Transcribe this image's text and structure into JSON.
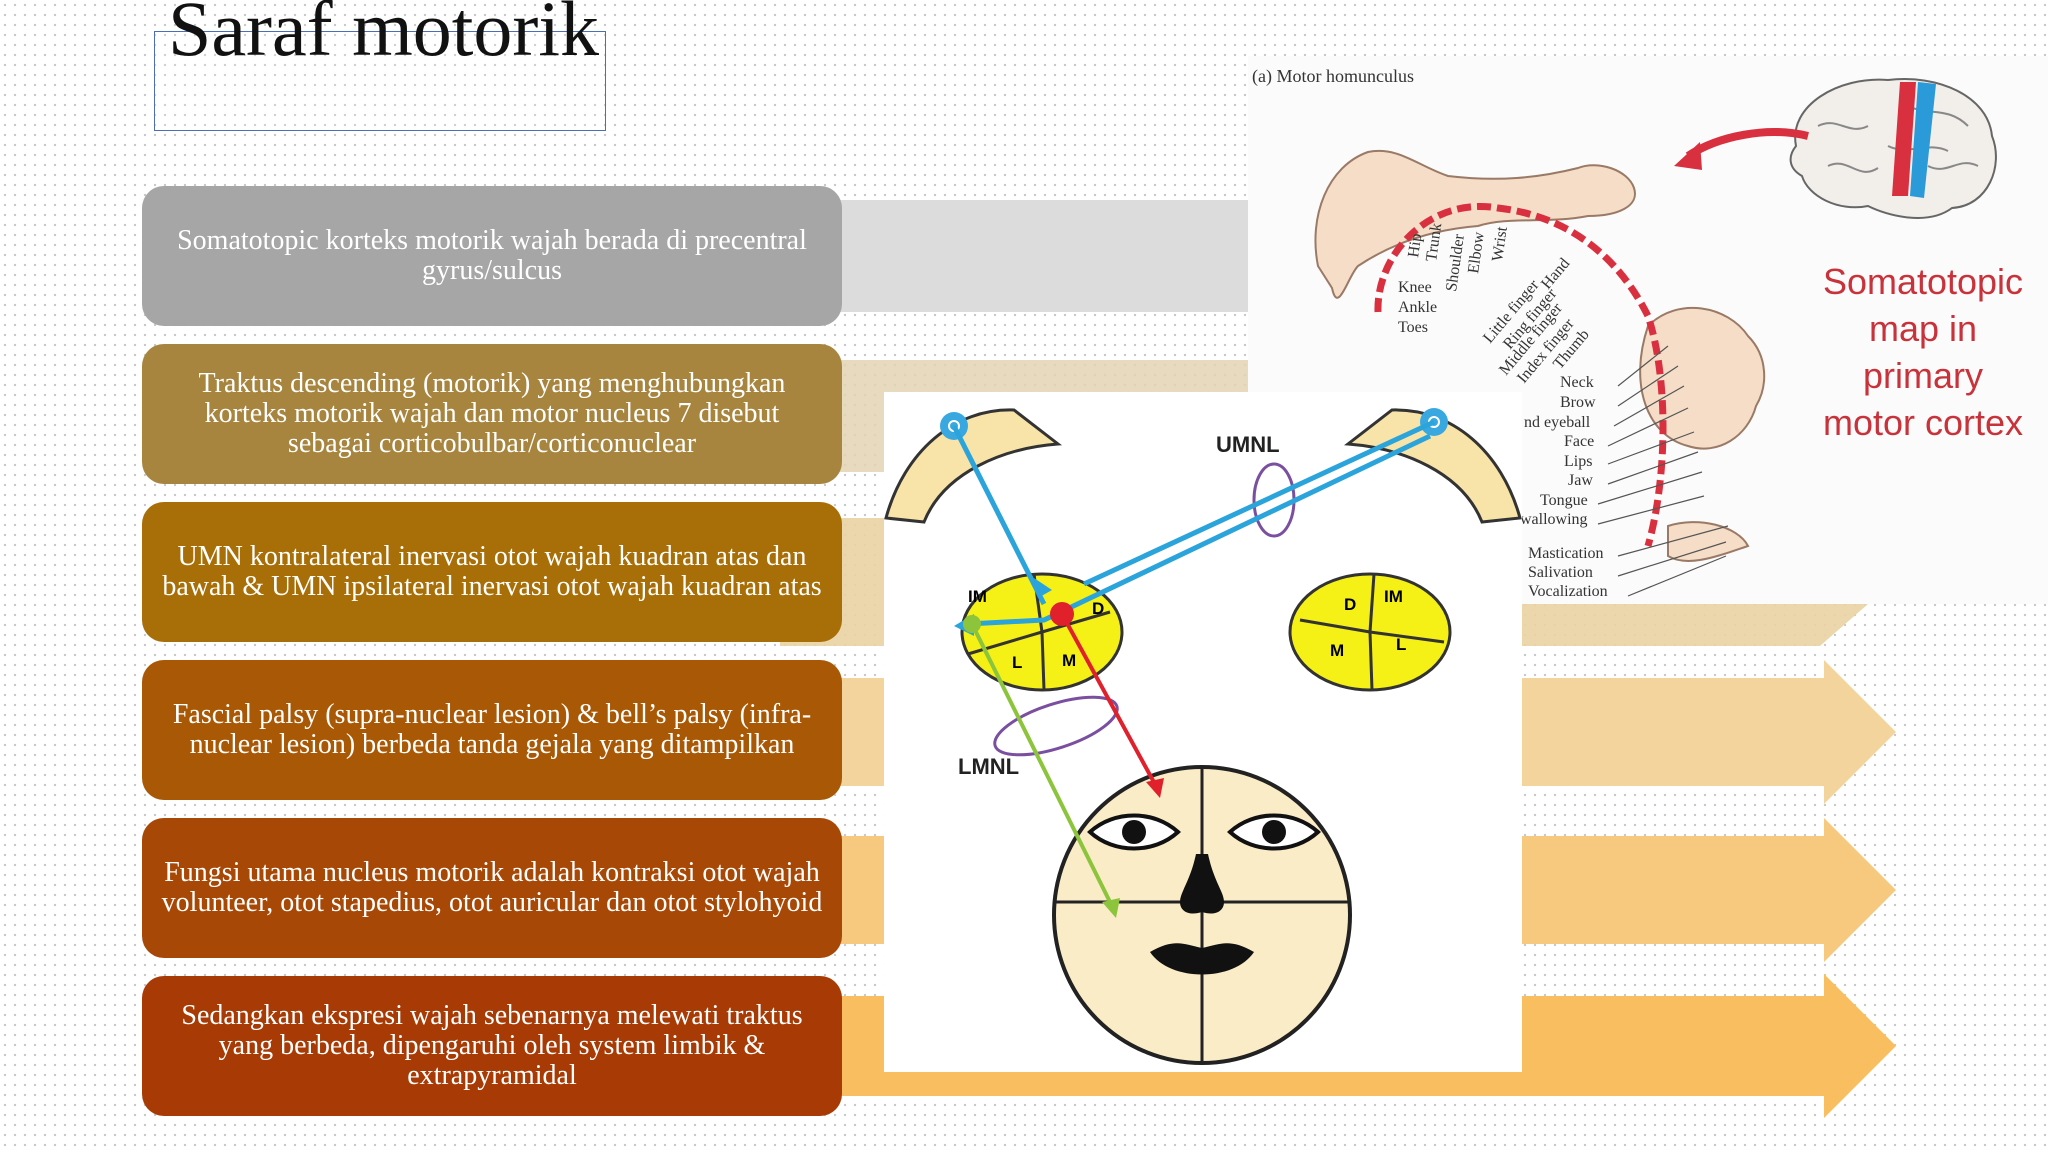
{
  "slide": {
    "title": "Saraf motorik",
    "items": [
      {
        "text": "Somatotopic korteks motorik wajah berada di precentral gyrus/sulcus",
        "color": "#a6a6a6",
        "band": "#dcdcdc"
      },
      {
        "text": "Traktus descending (motorik) yang menghubungkan korteks motorik wajah dan motor nucleus 7 disebut sebagai corticobulbar/corticonuclear",
        "color": "#a8853f",
        "band": "#e3d4b3"
      },
      {
        "text": "UMN kontralateral inervasi otot wajah kuadran atas dan bawah & UMN ipsilateral inervasi otot wajah kuadran atas",
        "color": "#a86e07",
        "band": "#ead3a4"
      },
      {
        "text": "Fascial palsy (supra-nuclear lesion) & bell’s palsy (infra-nuclear lesion) berbeda tanda gejala yang ditampilkan",
        "color": "#a95806",
        "band": "#f3d49c"
      },
      {
        "text": "Fungsi utama nucleus motorik adalah kontraksi otot wajah volunteer, otot stapedius, otot auricular dan otot stylohyoid",
        "color": "#a84807",
        "band": "#f7c97e"
      },
      {
        "text": "Sedangkan ekspresi wajah sebenarnya melewati traktus yang berbeda, dipengaruhi oleh system limbik & extrapyramidal",
        "color": "#a83b05",
        "band": "#f9be5f"
      }
    ]
  },
  "homunculus": {
    "caption": "(a)  Motor homunculus",
    "upper_labels": [
      "Hip",
      "Trunk",
      "Shoulder",
      "Elbow",
      "Wrist"
    ],
    "leg_labels": [
      "Knee",
      "Ankle",
      "Toes"
    ],
    "hand_labels": [
      "Hand",
      "Little finger",
      "Ring finger",
      "Middle finger",
      "Index finger",
      "Thumb"
    ],
    "face_labels": [
      "Neck",
      "Brow",
      "nd eyeball",
      "Face",
      "Lips",
      "Jaw",
      "Tongue",
      "wallowing"
    ],
    "lower_labels": [
      "Mastication",
      "Salivation",
      "Vocalization"
    ],
    "map_label_lines": [
      "Somatotopic",
      "map in",
      "primary",
      "motor cortex"
    ],
    "accent_red": "#d93040",
    "accent_blue": "#2a9ad8"
  },
  "face_diagram": {
    "umnl_label": "UMNL",
    "lmnl_label": "LMNL",
    "nucleus_left": {
      "im": "IM",
      "d": "D",
      "l": "L",
      "m": "M"
    },
    "nucleus_right": {
      "d": "D",
      "im": "IM",
      "m": "M",
      "l": "L"
    },
    "colors": {
      "nucleus": "#f5f015",
      "cortex": "#f8e4a8",
      "face": "#fbecc8",
      "umn_path": "#2ba4dc",
      "lmn_path": "#8cc43c",
      "lesion_path": "#e0202a",
      "loop": "#7a4fa0"
    }
  }
}
